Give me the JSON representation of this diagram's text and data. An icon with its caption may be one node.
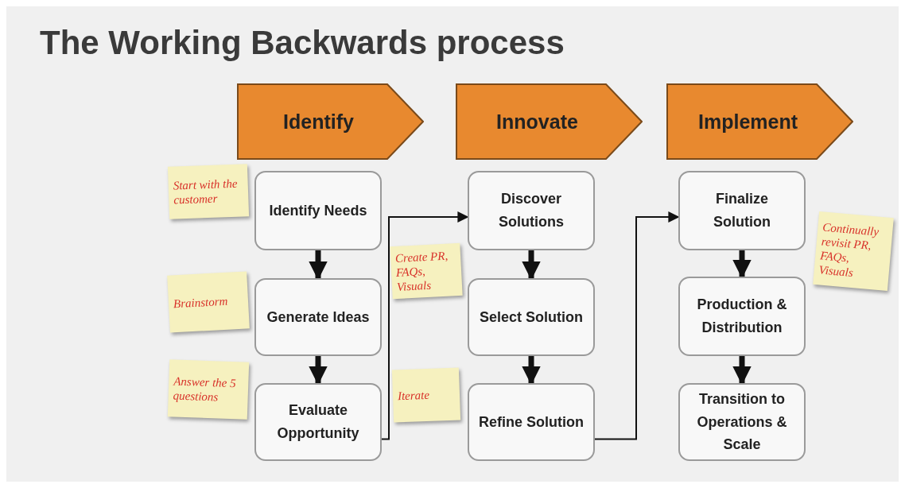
{
  "diagram": {
    "title": "The Working Backwards process",
    "nodes": [
      {
        "text": [
          "Identify"
        ]
      },
      {
        "text": [
          "Innovate"
        ]
      },
      {
        "text": [
          "Implement"
        ]
      },
      {
        "text": [
          "Identify Needs"
        ]
      },
      {
        "text": [
          "Generate Ideas"
        ]
      },
      {
        "text": [
          "Evaluate Opportunity"
        ]
      },
      {
        "text": [
          "Discover Solutions"
        ]
      },
      {
        "text": [
          "Select Solution"
        ]
      },
      {
        "text": [
          "Refine Solution"
        ]
      },
      {
        "text": [
          "Finalize Solution"
        ]
      },
      {
        "text": [
          "Production & Distribution"
        ]
      },
      {
        "text": [
          "Transition to Operations & Scale"
        ]
      },
      {
        "text": [
          "Start with the customer"
        ]
      },
      {
        "text": [
          "Brainstorm"
        ]
      },
      {
        "text": [
          "Answer the 5 questions"
        ]
      },
      {
        "text": [
          "Create PR, FAQs, Visuals"
        ]
      },
      {
        "text": [
          "Iterate"
        ]
      },
      {
        "text": [
          "Continually revisit PR, FAQs, Visuals"
        ]
      }
    ],
    "edges": [
      {
        "from": 3,
        "to": 4,
        "arrow": "to"
      },
      {
        "from": 4,
        "to": 5,
        "arrow": "to"
      },
      {
        "from": 5,
        "to": 6,
        "arrow": "to"
      },
      {
        "from": 6,
        "to": 7,
        "arrow": "to"
      },
      {
        "from": 7,
        "to": 8,
        "arrow": "to"
      },
      {
        "from": 8,
        "to": 9,
        "arrow": "to"
      },
      {
        "from": 9,
        "to": 10,
        "arrow": "to"
      },
      {
        "from": 10,
        "to": 11,
        "arrow": "to"
      }
    ]
  }
}
